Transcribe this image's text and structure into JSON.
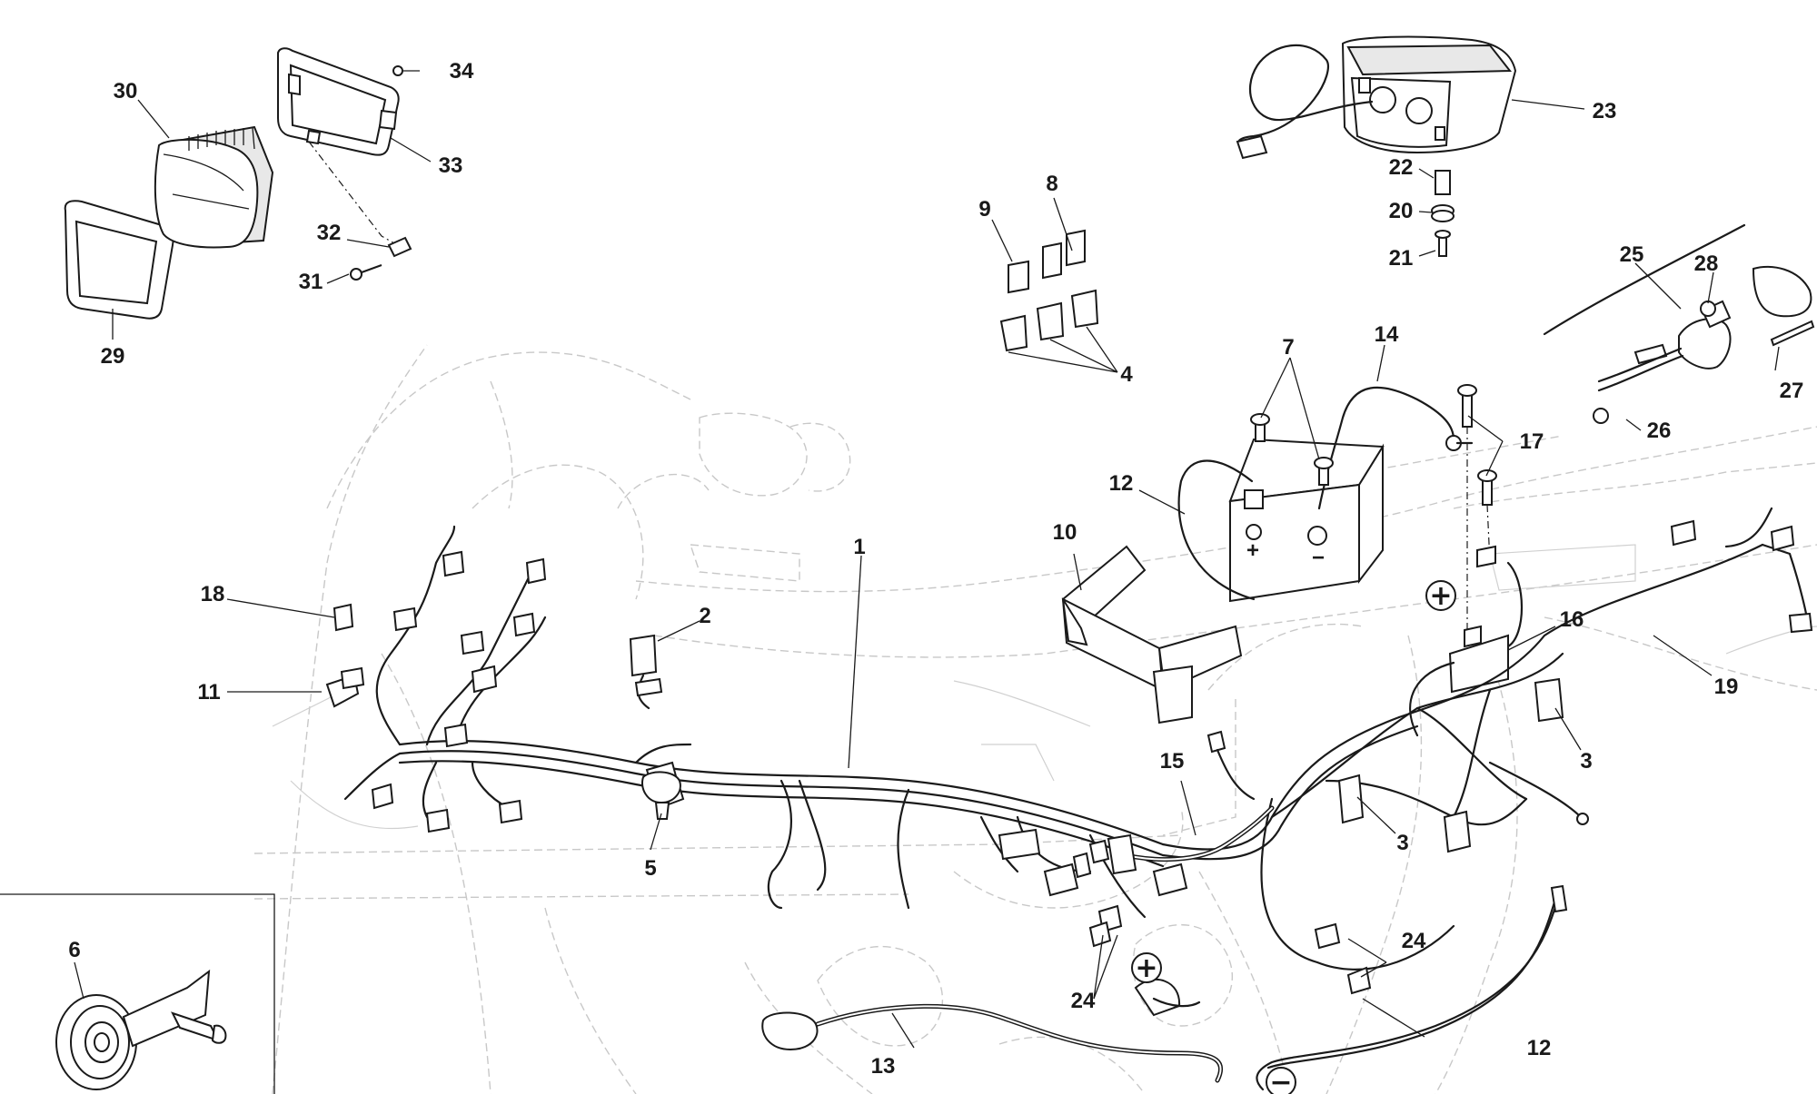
{
  "diagram": {
    "callouts": {
      "c1": "1",
      "c2": "2",
      "c3a": "3",
      "c3b": "3",
      "c4": "4",
      "c5": "5",
      "c6": "6",
      "c7": "7",
      "c8": "8",
      "c9": "9",
      "c10": "10",
      "c11": "11",
      "c12a": "12",
      "c12b": "12",
      "c13": "13",
      "c14": "14",
      "c15": "15",
      "c16": "16",
      "c17": "17",
      "c18": "18",
      "c19": "19",
      "c20": "20",
      "c21": "21",
      "c22": "22",
      "c23": "23",
      "c24a": "24",
      "c24b": "24",
      "c25": "25",
      "c26": "26",
      "c27": "27",
      "c28": "28",
      "c29": "29",
      "c30": "30",
      "c31": "31",
      "c32": "32",
      "c33": "33",
      "c34": "34"
    },
    "symbols": {
      "plus_battery": "+",
      "plus_ground": "+",
      "minus_ground": "−"
    }
  }
}
